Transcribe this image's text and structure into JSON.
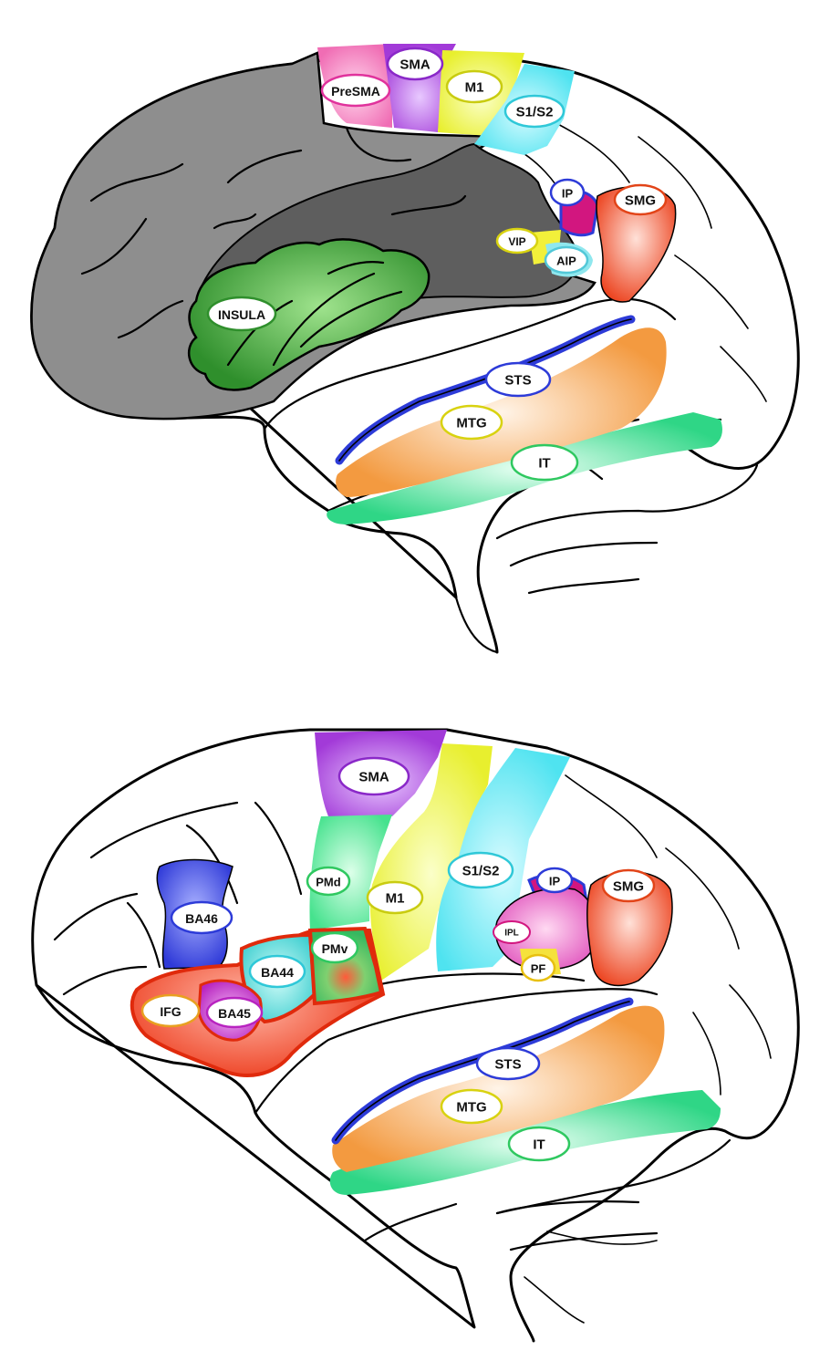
{
  "colors": {
    "medial_gray": "#8c8c8c",
    "dark_gray": "#5e5e5e",
    "insula": "#3f9f3a",
    "presma": "#f06db4",
    "sma": "#a23ad8",
    "m1": "#eef23c",
    "s1s2": "#5fe7f2",
    "ip": "#d2167f",
    "smg": "#ee4a24",
    "sts": "#2d3bd8",
    "mtg": "#f5a24c",
    "it": "#31d88a",
    "ba46": "#3a47e0",
    "ifg": "#ee3a1c",
    "ba44": "#48d4d0",
    "ba45": "#c02bc4",
    "pmd": "#52e89a",
    "pmv": "#3fbf6a",
    "ipl": "#e05ac0",
    "pf": "#f5e23c",
    "vip": "#f2f03a",
    "aip": "#8fe7ee"
  },
  "top_panel": {
    "labels": {
      "presma": "PreSMA",
      "sma": "SMA",
      "m1": "M1",
      "s1s2": "S1/S2",
      "ip": "IP",
      "smg": "SMG",
      "vip": "VIP",
      "aip": "AIP",
      "insula": "INSULA",
      "sts": "STS",
      "mtg": "MTG",
      "it": "IT"
    }
  },
  "bottom_panel": {
    "labels": {
      "sma": "SMA",
      "pmd": "PMd",
      "m1": "M1",
      "s1s2": "S1/S2",
      "ip": "IP",
      "smg": "SMG",
      "ba46": "BA46",
      "ba44": "BA44",
      "pmv": "PMv",
      "ipl": "IPL",
      "pf": "PF",
      "ifg": "IFG",
      "ba45": "BA45",
      "sts": "STS",
      "mtg": "MTG",
      "it": "IT"
    }
  }
}
